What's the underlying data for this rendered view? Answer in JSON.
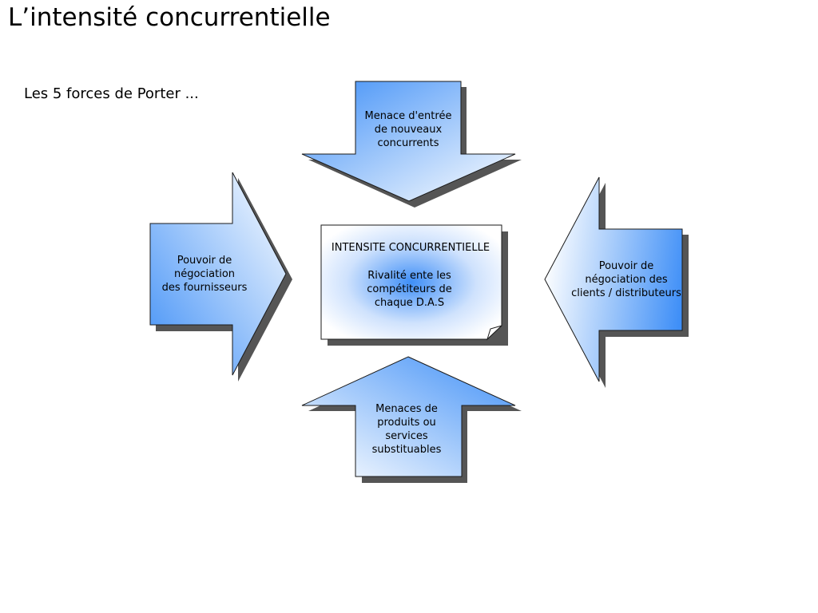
{
  "title": "L’intensité concurrentielle",
  "subtitle": "Les 5 forces de Porter ...",
  "colors": {
    "arrow_dark": "#3f8ff7",
    "arrow_light": "#ffffff",
    "shadow": "#555555",
    "outline": "#1a1a1a"
  },
  "forces": {
    "top": "Menace d'entrée\nde nouveaux\nconcurrents",
    "left": "Pouvoir de\nnégociation\ndes fournisseurs",
    "right": "Pouvoir de\nnégociation des\nclients / distributeurs",
    "bottom": "Menaces de\nproduits ou\nservices\nsubstituables"
  },
  "center": {
    "title": "INTENSITE CONCURRENTIELLE",
    "text": "Rivalité ente les\ncompétiteurs de\nchaque D.A.S"
  }
}
